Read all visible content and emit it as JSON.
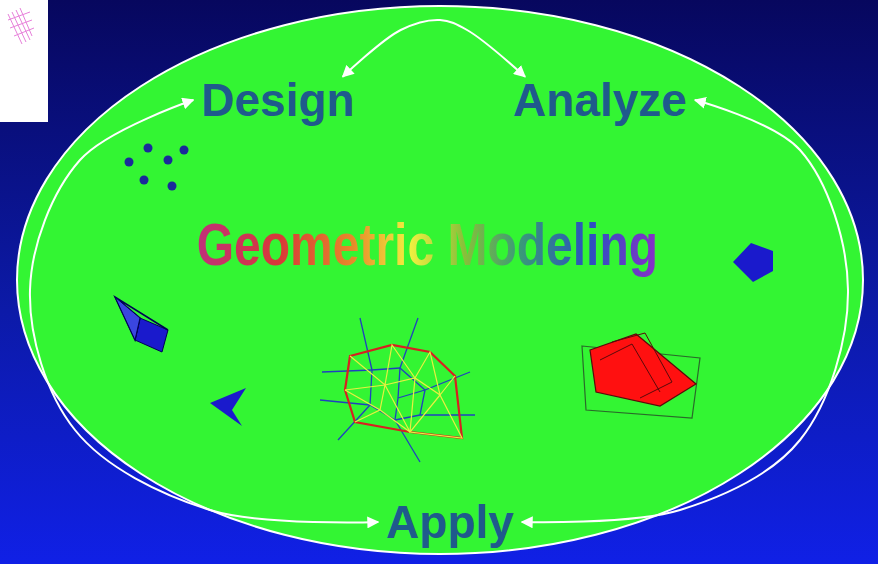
{
  "diagram": {
    "nodes": [
      {
        "text": [
          "Geometric Modeling"
        ]
      },
      {
        "text": [
          "Design"
        ],
        "in": 0
      },
      {
        "text": [
          "Analyze"
        ],
        "in": 0
      },
      {
        "text": [
          "Apply"
        ],
        "in": 0
      }
    ],
    "edges": [
      {
        "from": 1,
        "to": 2,
        "arrow": "both"
      },
      {
        "from": 2,
        "to": 3,
        "arrow": "both"
      },
      {
        "from": 1,
        "to": 3,
        "arrow": "both"
      }
    ]
  }
}
